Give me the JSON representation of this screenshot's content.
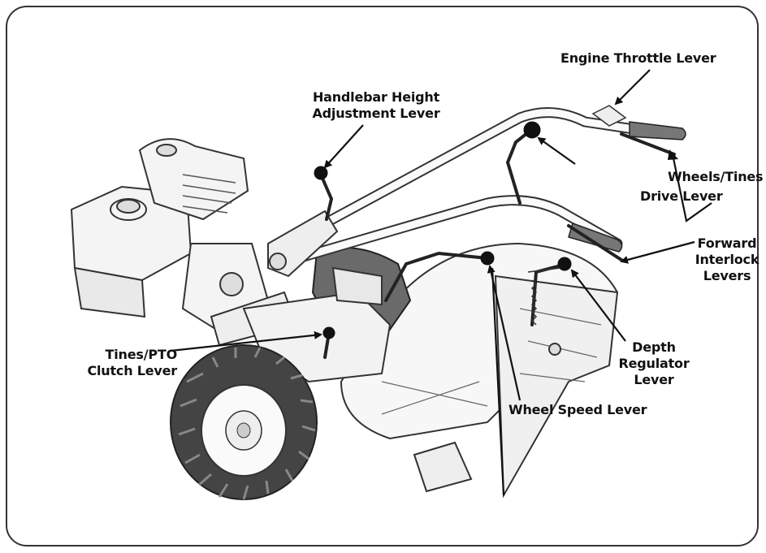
{
  "labels": {
    "engine_throttle": "Engine Throttle Lever",
    "handlebar_height_1": "Handlebar Height",
    "handlebar_height_2": "Adjustment Lever",
    "wheels_tines": "Wheels/Tines",
    "drive_lever": "Drive Lever",
    "forward_1": "Forward",
    "forward_2": "Interlock",
    "forward_3": "Levers",
    "tines_pto_1": "Tines/PTO",
    "tines_pto_2": "Clutch Lever",
    "depth_1": "Depth",
    "depth_2": "Regulator",
    "depth_3": "Lever",
    "wheel_speed": "Wheel Speed Lever"
  },
  "colors": {
    "ink": "#111111",
    "line": "#333333",
    "fill": "#f2f2f2",
    "background": "#ffffff"
  }
}
